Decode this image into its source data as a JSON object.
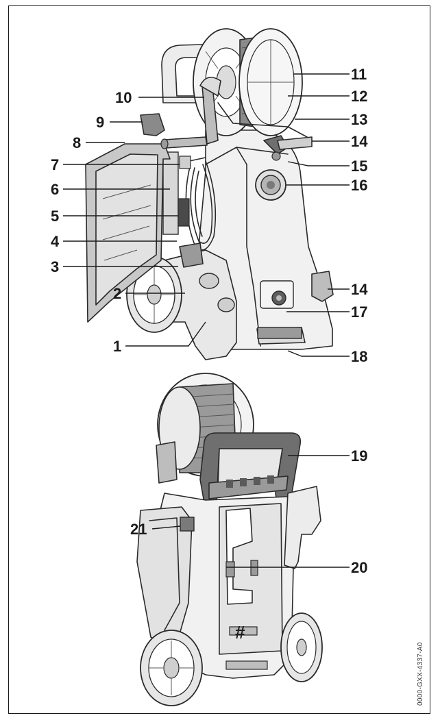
{
  "callouts": {
    "c1": "1",
    "c2": "2",
    "c3": "3",
    "c4": "4",
    "c5": "5",
    "c6": "6",
    "c7": "7",
    "c8": "8",
    "c9": "9",
    "c10": "10",
    "c11": "11",
    "c12": "12",
    "c13": "13",
    "c14a": "14",
    "c14b": "14",
    "c15": "15",
    "c16": "16",
    "c17": "17",
    "c18": "18",
    "c19": "19",
    "c20": "20",
    "c21": "21"
  },
  "rear_mark": "#",
  "document_code": "0000-GXX-4337-A0",
  "colors": {
    "line": "#2a2a2a",
    "shade_light": "#e4e4e4",
    "shade_mid": "#bdbdbd",
    "shade_dark": "#6f6f6f",
    "hose": "#555555"
  }
}
